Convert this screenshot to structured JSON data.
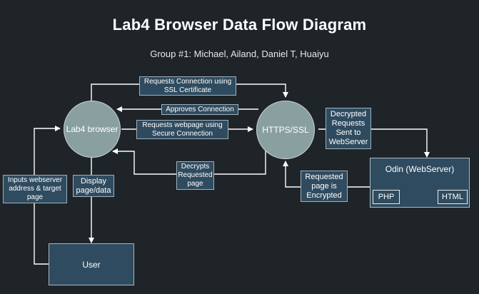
{
  "title": "Lab4 Browser Data Flow Diagram",
  "subtitle": "Group #1: Michael, Ailand, Daniel T, Huaiyu",
  "nodes": {
    "browser": "Lab4 browser",
    "https": "HTTPS/SSL",
    "server": "Odin (WebServer)",
    "php": "PHP",
    "html": "HTML",
    "user": "User"
  },
  "flows": {
    "requests_connection": "Requests Connection using\nSSL Certificate",
    "approves_connection": "Approves Connection",
    "requests_webpage": "Requests webpage using\nSecure Connection",
    "decrypts_page": "Decrypts\nRequested\npage",
    "decrypted_requests": "Decrypted\nRequests\nSent to\nWebServer",
    "requested_encrypted": "Requested\npage is\nEncrypted",
    "inputs_address": "Inputs webserver\naddress & target\npage",
    "display_page": "Display\npage/data"
  },
  "colors": {
    "background": "#1e2428",
    "node_fill": "#8aa0a0",
    "box_fill": "#2f4b5f",
    "line": "#ffffff"
  }
}
